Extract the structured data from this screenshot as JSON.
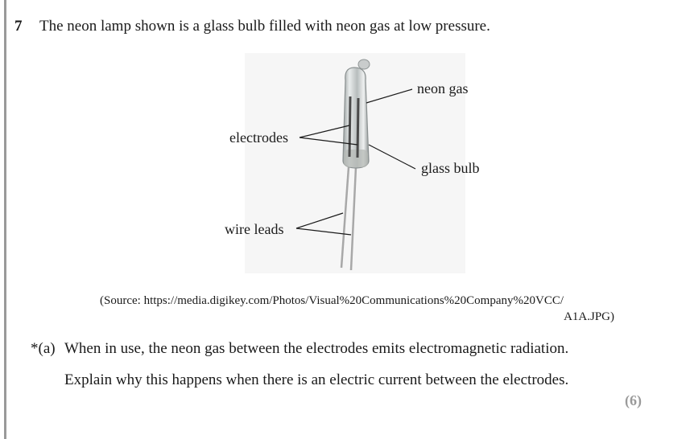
{
  "question": {
    "number": "7",
    "text": "The neon lamp shown is a glass bulb filled with neon gas at low pressure."
  },
  "figure": {
    "labels": {
      "neon_gas": "neon gas",
      "electrodes": "electrodes",
      "glass_bulb": "glass bulb",
      "wire_leads": "wire leads"
    }
  },
  "source": {
    "line1": "(Source: https://media.digikey.com/Photos/Visual%20Communications%20Company%20VCC/",
    "line2": "A1A.JPG)"
  },
  "part_a": {
    "marker": "*(a)",
    "line1": "When in use, the neon gas between the electrodes emits electromagnetic radiation.",
    "line2": "Explain why this happens when there is an electric current between the electrodes.",
    "marks": "(6)"
  }
}
